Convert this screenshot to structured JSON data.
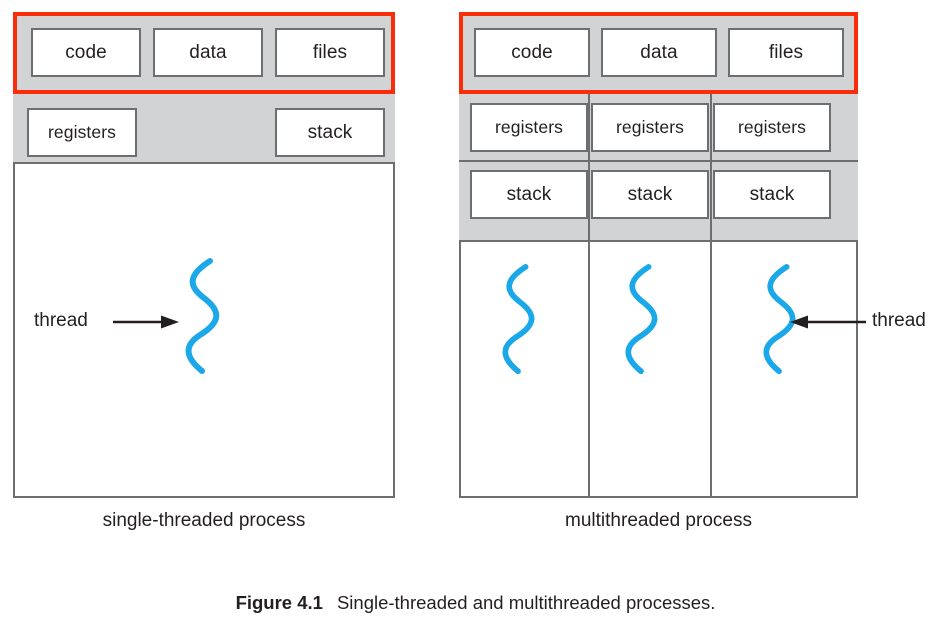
{
  "figure": {
    "caption_label": "Figure 4.1",
    "caption_text": "Single-threaded and multithreaded processes.",
    "colors": {
      "gray_band": "#d1d3d4",
      "highlight_red": "#fa2d0a",
      "thread_blue": "#1ba8e8",
      "border_gray": "#6d6e70",
      "text": "#231f20"
    }
  },
  "single_threaded": {
    "process_label": "single-threaded process",
    "shared_row": {
      "highlighted": true,
      "cells": [
        "code",
        "data",
        "files"
      ]
    },
    "per_thread_row": {
      "cells": [
        "registers",
        "stack"
      ]
    },
    "threads": [
      {
        "label": "thread",
        "arrow_direction": "right"
      }
    ]
  },
  "multithreaded": {
    "process_label": "multithreaded process",
    "shared_row": {
      "highlighted": true,
      "cells": [
        "code",
        "data",
        "files"
      ]
    },
    "registers_row": {
      "cells": [
        "registers",
        "registers",
        "registers"
      ]
    },
    "stack_row": {
      "cells": [
        "stack",
        "stack",
        "stack"
      ]
    },
    "threads": [
      {
        "label": ""
      },
      {
        "label": ""
      },
      {
        "label": "thread",
        "arrow_direction": "left"
      }
    ]
  }
}
